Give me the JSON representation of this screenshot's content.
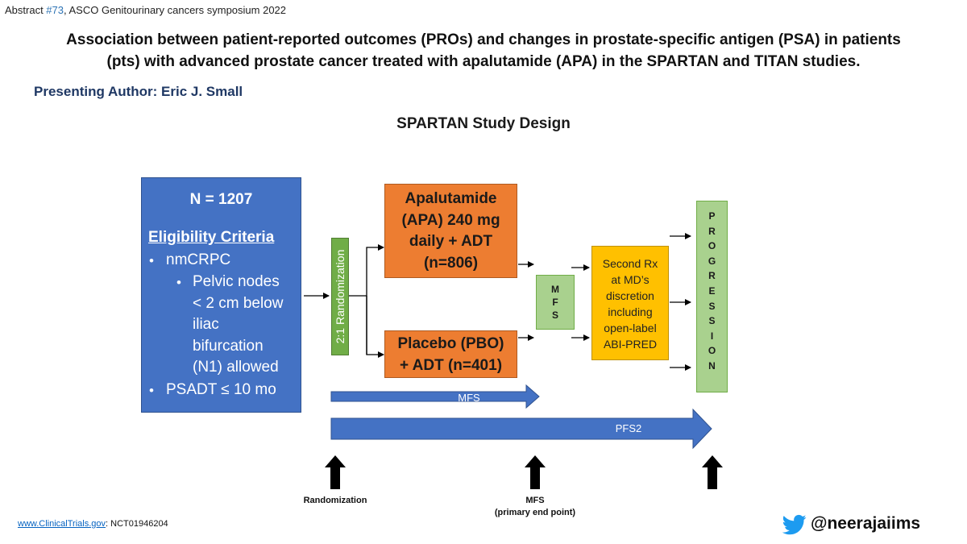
{
  "header": {
    "abstract_prefix": "Abstract ",
    "abstract_number": "#73",
    "abstract_rest": ", ASCO Genitourinary cancers symposium 2022",
    "title_line1": "Association between patient-reported outcomes (PROs) and changes in prostate-specific antigen (PSA) in patients",
    "title_line2": "(pts) with advanced prostate cancer treated with apalutamide (APA) in the SPARTAN and TITAN studies.",
    "author": "Presenting Author: Eric J. Small"
  },
  "diagram": {
    "title": "SPARTAN Study Design",
    "eligibility": {
      "n_label": "N = 1207",
      "heading": "Eligibility Criteria",
      "bullet1": "nmCRPC",
      "sub_lines": [
        "Pelvic nodes",
        "< 2 cm below",
        "iliac",
        "bifurcation",
        "(N1) allowed"
      ],
      "bullet2": "PSADT ≤ 10 mo"
    },
    "randomization": "2:1 Randomization",
    "arm_apa_lines": [
      "Apalutamide",
      "(APA) 240 mg",
      "daily + ADT",
      "(n=806)"
    ],
    "arm_pbo_lines": [
      "Placebo (PBO)",
      "+ ADT (n=401)"
    ],
    "mfs_letters": [
      "M",
      "F",
      "S"
    ],
    "second_rx_lines": [
      "Second Rx",
      "at MD’s",
      "discretion",
      "including",
      "open-label",
      "ABI-PRED"
    ],
    "progression_letters": [
      "P",
      "R",
      "O",
      "G",
      "R",
      "E",
      "S",
      "S",
      "I",
      "O",
      "N"
    ],
    "mfs_arrow_label": "MFS",
    "pfs2_arrow_label": "PFS2",
    "timeline": {
      "randomization": "Randomization",
      "mfs_line1": "MFS",
      "mfs_line2": "(primary end point)"
    },
    "colors": {
      "eligibility": "#4472c4",
      "randomization": "#70ad47",
      "arms": "#ed7d31",
      "endpoints": "#a9d18e",
      "second_rx": "#ffc000",
      "timeline_arrows": "#4472c4"
    }
  },
  "footer": {
    "link_text": "www.ClinicalTrials.gov",
    "nct_text": ": NCT01946204",
    "handle": "@neerajaiims",
    "bird_icon": "twitter-bird-icon"
  }
}
